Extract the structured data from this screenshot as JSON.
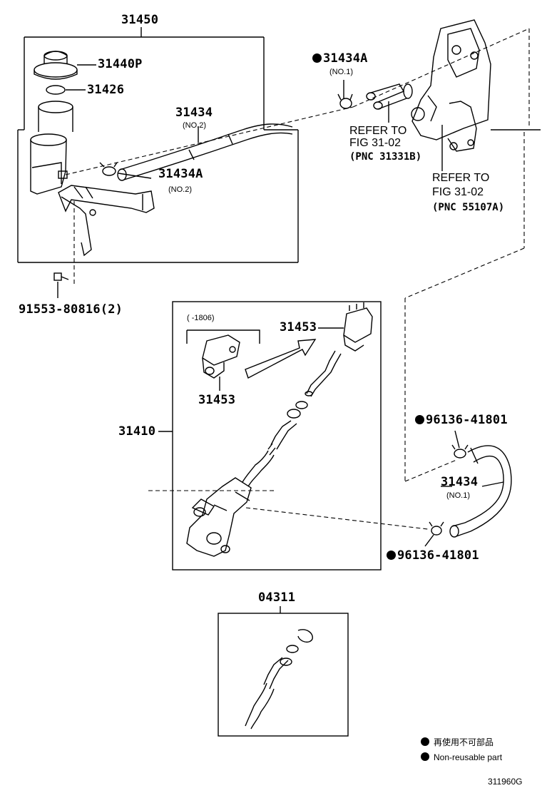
{
  "parts": {
    "p31450": "31450",
    "p31440P": "31440P",
    "p31426": "31426",
    "p31434_top": "31434",
    "p31434_top_sub": "(NO.2)",
    "p31434A_mid": "31434A",
    "p31434A_mid_sub": "(NO.2)",
    "p31434A_top": "31434A",
    "p31434A_top_sub": "(NO.1)",
    "refer1_a": "REFER TO",
    "refer1_b": "FIG 31-02",
    "refer1_c": "(PNC 31331B)",
    "refer2_a": "REFER TO",
    "refer2_b": "FIG 31-02",
    "refer2_c": "(PNC 55107A)",
    "bolt": "91553-80816(2)",
    "range": "(     -1806)",
    "p31453_a": "31453",
    "p31453_b": "31453",
    "p31410": "31410",
    "clip_top": "96136-41801",
    "p31434_right": "31434",
    "p31434_right_sub": "(NO.1)",
    "clip_bottom": "96136-41801",
    "p04311": "04311"
  },
  "legend": {
    "jp": "再使用不可部品",
    "en": "Non-reusable part"
  },
  "figure_code": "311960G"
}
